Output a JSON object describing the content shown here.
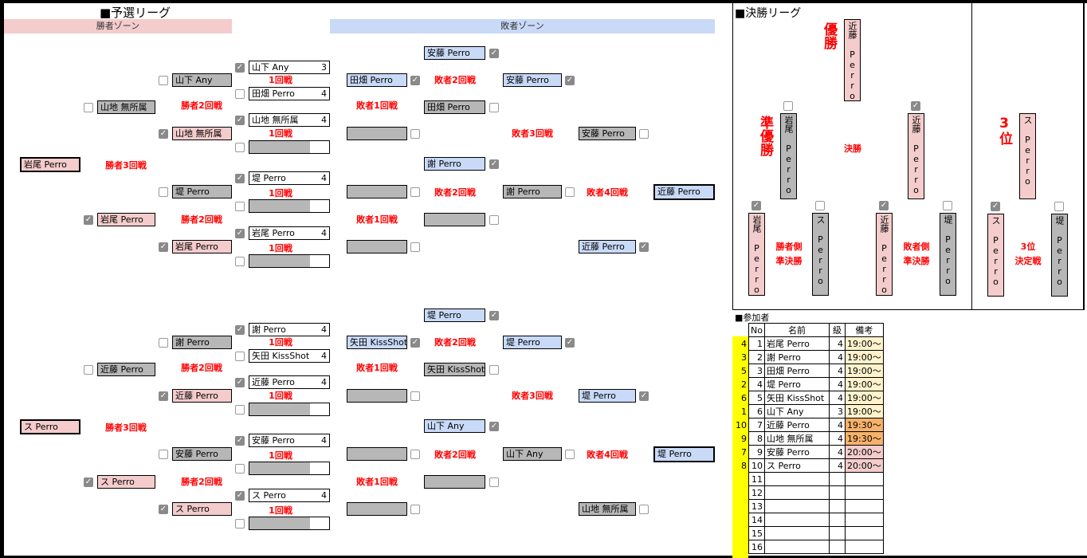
{
  "prelim": {
    "title": "■予選リーグ",
    "winner_zone": "勝者ゾーン",
    "loser_zone": "敗者ゾーン",
    "blocks": [
      {
        "r1": [
          {
            "name": "山下 Any",
            "score": "3",
            "checked": true
          },
          {
            "name": "田畑 Perro",
            "score": "4",
            "checked": false
          },
          {
            "name": "山地 無所属",
            "score": "4",
            "checked": true
          },
          {
            "name": "",
            "score": "",
            "checked": false
          },
          {
            "name": "堤 Perro",
            "score": "4",
            "checked": true
          },
          {
            "name": "",
            "score": "",
            "checked": false
          },
          {
            "name": "岩尾 Perro",
            "score": "4",
            "checked": true
          },
          {
            "name": "",
            "score": "",
            "checked": false
          }
        ],
        "r1_labels": [
          "1回戦",
          "1回戦",
          "1回戦",
          "1回戦"
        ],
        "w2": [
          {
            "name": "山下 Any",
            "color": "#b7b7b7",
            "checked": false
          },
          {
            "name": "山地 無所属",
            "color": "#f4cccc",
            "checked": true
          },
          {
            "name": "堤 Perro",
            "color": "#b7b7b7",
            "checked": false
          },
          {
            "name": "岩尾 Perro",
            "color": "#f4cccc",
            "checked": true
          }
        ],
        "w2_labels": [
          "勝者2回戦",
          "勝者2回戦"
        ],
        "w3": [
          {
            "name": "山地 無所属",
            "color": "#b7b7b7",
            "checked": false
          },
          {
            "name": "岩尾 Perro",
            "color": "#f4cccc",
            "checked": true
          }
        ],
        "w3_label": "勝者3回戦",
        "w_final": {
          "name": "岩尾 Perro",
          "color": "#f4cccc"
        },
        "l1": [
          {
            "name": "田畑 Perro",
            "color": "#c9daf8",
            "checked": true
          },
          {
            "name": "",
            "color": "#b7b7b7",
            "checked": false
          },
          {
            "name": "",
            "color": "#b7b7b7",
            "checked": false
          },
          {
            "name": "",
            "color": "#b7b7b7",
            "checked": false
          }
        ],
        "l1_labels": [
          "敗者1回戦",
          "敗者1回戦"
        ],
        "l2": [
          {
            "name": "安藤 Perro",
            "color": "#c9daf8",
            "checked": true
          },
          {
            "name": "田畑 Perro",
            "color": "#b7b7b7",
            "checked": false
          },
          {
            "name": "謝 Perro",
            "color": "#c9daf8",
            "checked": true
          },
          {
            "name": "",
            "color": "#b7b7b7",
            "checked": false
          }
        ],
        "l2_labels": [
          "敗者2回戦",
          "敗者2回戦"
        ],
        "l3": [
          {
            "name": "安藤 Perro",
            "color": "#c9daf8",
            "checked": true
          },
          {
            "name": "謝 Perro",
            "color": "#b7b7b7",
            "checked": false
          }
        ],
        "l3_label": "敗者3回戦",
        "l4": [
          {
            "name": "安藤 Perro",
            "color": "#b7b7b7",
            "checked": false
          },
          {
            "name": "近藤 Perro",
            "color": "#c9daf8",
            "checked": true
          }
        ],
        "l4_label": "敗者4回戦",
        "l_final": {
          "name": "近藤 Perro",
          "color": "#c9daf8"
        }
      },
      {
        "r1": [
          {
            "name": "謝 Perro",
            "score": "4",
            "checked": true
          },
          {
            "name": "矢田 KissShot",
            "score": "4",
            "checked": false
          },
          {
            "name": "近藤 Perro",
            "score": "4",
            "checked": true
          },
          {
            "name": "",
            "score": "",
            "checked": false
          },
          {
            "name": "安藤 Perro",
            "score": "4",
            "checked": true
          },
          {
            "name": "",
            "score": "",
            "checked": false
          },
          {
            "name": "ス Perro",
            "score": "4",
            "checked": true
          },
          {
            "name": "",
            "score": "",
            "checked": false
          }
        ],
        "r1_labels": [
          "1回戦",
          "1回戦",
          "1回戦",
          "1回戦"
        ],
        "w2": [
          {
            "name": "謝 Perro",
            "color": "#b7b7b7",
            "checked": false
          },
          {
            "name": "近藤 Perro",
            "color": "#f4cccc",
            "checked": true
          },
          {
            "name": "安藤 Perro",
            "color": "#b7b7b7",
            "checked": false
          },
          {
            "name": "ス Perro",
            "color": "#f4cccc",
            "checked": true
          }
        ],
        "w2_labels": [
          "勝者2回戦",
          "勝者2回戦"
        ],
        "w3": [
          {
            "name": "近藤 Perro",
            "color": "#b7b7b7",
            "checked": false
          },
          {
            "name": "ス Perro",
            "color": "#f4cccc",
            "checked": true
          }
        ],
        "w3_label": "勝者3回戦",
        "w_final": {
          "name": "ス Perro",
          "color": "#f4cccc"
        },
        "l1": [
          {
            "name": "矢田 KissShot",
            "color": "#c9daf8",
            "checked": true
          },
          {
            "name": "",
            "color": "#b7b7b7",
            "checked": false
          },
          {
            "name": "",
            "color": "#b7b7b7",
            "checked": false
          },
          {
            "name": "",
            "color": "#b7b7b7",
            "checked": false
          }
        ],
        "l1_labels": [
          "敗者1回戦",
          "敗者1回戦"
        ],
        "l2": [
          {
            "name": "堤 Perro",
            "color": "#c9daf8",
            "checked": true
          },
          {
            "name": "矢田 KissShot",
            "color": "#b7b7b7",
            "checked": false
          },
          {
            "name": "山下 Any",
            "color": "#c9daf8",
            "checked": true
          },
          {
            "name": "",
            "color": "#b7b7b7",
            "checked": false
          }
        ],
        "l2_labels": [
          "敗者2回戦",
          "敗者2回戦"
        ],
        "l3": [
          {
            "name": "堤 Perro",
            "color": "#c9daf8",
            "checked": true
          },
          {
            "name": "山下 Any",
            "color": "#b7b7b7",
            "checked": false
          }
        ],
        "l3_label": "敗者3回戦",
        "l4": [
          {
            "name": "堤 Perro",
            "color": "#c9daf8",
            "checked": true
          },
          {
            "name": "山地 無所属",
            "color": "#b7b7b7",
            "checked": false
          }
        ],
        "l4_label": "敗者4回戦",
        "l_final": {
          "name": "堤 Perro",
          "color": "#c9daf8"
        }
      }
    ]
  },
  "finals": {
    "title": "■決勝リーグ",
    "champion_label": "優勝",
    "champion": {
      "name": "近藤 Perro",
      "color": "#f4cccc"
    },
    "runner_up_label": "準優勝",
    "final_label": "決勝",
    "finalists": [
      {
        "name": "岩尾 Perro",
        "color": "#b7b7b7",
        "checked": false
      },
      {
        "name": "近藤 Perro",
        "color": "#f4cccc",
        "checked": true
      }
    ],
    "semis": [
      {
        "name": "岩尾 Perro",
        "color": "#f4cccc",
        "checked": true
      },
      {
        "name": "ス Perro",
        "color": "#b7b7b7",
        "checked": false
      },
      {
        "name": "近藤 Perro",
        "color": "#f4cccc",
        "checked": true
      },
      {
        "name": "堤 Perro",
        "color": "#b7b7b7",
        "checked": false
      }
    ],
    "winner_semi_label": [
      "勝者側",
      "準決勝"
    ],
    "loser_semi_label": [
      "敗者側",
      "準決勝"
    ],
    "third_label": "3位",
    "third": {
      "name": "ス Perro",
      "color": "#f4cccc"
    },
    "third_match_label": [
      "3位",
      "決定戦"
    ],
    "third_match": [
      {
        "name": "ス Perro",
        "color": "#f4cccc",
        "checked": true
      },
      {
        "name": "堤 Perro",
        "color": "#b7b7b7",
        "checked": false
      }
    ]
  },
  "participants": {
    "title": "■参加者",
    "headers": [
      "No",
      "名前",
      "級",
      "備考"
    ],
    "rows": [
      {
        "seed": "4",
        "no": "1",
        "name": "岩尾 Perro",
        "class": "4",
        "note": "19:00～",
        "note_color": "#fff2cc"
      },
      {
        "seed": "3",
        "no": "2",
        "name": "謝 Perro",
        "class": "4",
        "note": "19:00～",
        "note_color": "#fff2cc"
      },
      {
        "seed": "5",
        "no": "3",
        "name": "田畑 Perro",
        "class": "4",
        "note": "19:00～",
        "note_color": "#fff2cc"
      },
      {
        "seed": "2",
        "no": "4",
        "name": "堤 Perro",
        "class": "4",
        "note": "19:00～",
        "note_color": "#fff2cc"
      },
      {
        "seed": "6",
        "no": "5",
        "name": "矢田 KissShot",
        "class": "4",
        "note": "19:00～",
        "note_color": "#fff2cc"
      },
      {
        "seed": "1",
        "no": "6",
        "name": "山下 Any",
        "class": "3",
        "note": "19:00～",
        "note_color": "#fff2cc"
      },
      {
        "seed": "10",
        "no": "7",
        "name": "近藤 Perro",
        "class": "4",
        "note": "19:30～",
        "note_color": "#f6b26b"
      },
      {
        "seed": "9",
        "no": "8",
        "name": "山地 無所属",
        "class": "4",
        "note": "19:30～",
        "note_color": "#f6b26b"
      },
      {
        "seed": "7",
        "no": "9",
        "name": "安藤 Perro",
        "class": "4",
        "note": "20:00～",
        "note_color": "#f4cccc"
      },
      {
        "seed": "8",
        "no": "10",
        "name": "ス Perro",
        "class": "4",
        "note": "20:00～",
        "note_color": "#f4cccc"
      },
      {
        "seed": "",
        "no": "11",
        "name": "",
        "class": "",
        "note": "",
        "note_color": "#ffffff"
      },
      {
        "seed": "",
        "no": "12",
        "name": "",
        "class": "",
        "note": "",
        "note_color": "#ffffff"
      },
      {
        "seed": "",
        "no": "13",
        "name": "",
        "class": "",
        "note": "",
        "note_color": "#ffffff"
      },
      {
        "seed": "",
        "no": "14",
        "name": "",
        "class": "",
        "note": "",
        "note_color": "#ffffff"
      },
      {
        "seed": "",
        "no": "15",
        "name": "",
        "class": "",
        "note": "",
        "note_color": "#ffffff"
      },
      {
        "seed": "",
        "no": "16",
        "name": "",
        "class": "",
        "note": "",
        "note_color": "#ffffff"
      }
    ]
  }
}
